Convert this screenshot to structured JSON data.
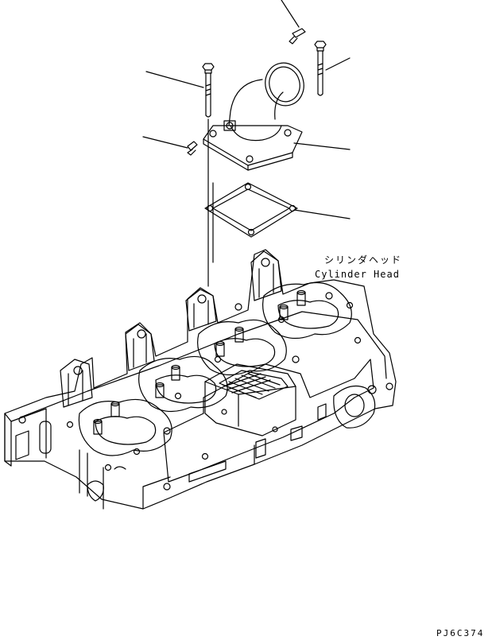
{
  "labels": {
    "cylinder_head_jp": "シリンダヘッド",
    "cylinder_head_en": "Cylinder Head",
    "drawing_code": "PJ6C374"
  },
  "colors": {
    "line": "#000000",
    "background": "#ffffff"
  }
}
